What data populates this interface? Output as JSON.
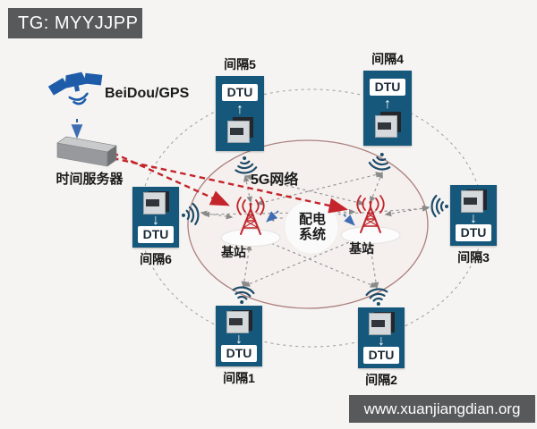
{
  "banners": {
    "top": "TG: MYYJJPP",
    "bottom": "www.xuanjiangdian.org"
  },
  "satellite": {
    "label": "BeiDou/GPS"
  },
  "time_server": {
    "label": "时间服务器"
  },
  "network": {
    "label": "5G网络"
  },
  "power_system": {
    "line1": "配电",
    "line2": "系统"
  },
  "base_station_left": {
    "label": "基站"
  },
  "base_station_right": {
    "label": "基站"
  },
  "dtu_nodes": [
    {
      "interval_label": "间隔5",
      "device_label": "DTU"
    },
    {
      "interval_label": "间隔4",
      "device_label": "DTU"
    },
    {
      "interval_label": "间隔6",
      "device_label": "DTU"
    },
    {
      "interval_label": "间隔3",
      "device_label": "DTU"
    },
    {
      "interval_label": "间隔1",
      "device_label": "DTU"
    },
    {
      "interval_label": "间隔2",
      "device_label": "DTU"
    }
  ],
  "icons": {
    "flow_arrow_up": "↑",
    "flow_arrow_down": "↓"
  },
  "colors": {
    "dtu_box_teal": "#16587c",
    "accent_red": "#c4242b",
    "banner_gray": "#58595b",
    "satellite_blue": "#1e5caa",
    "wifi_navy": "#1d4b68"
  }
}
